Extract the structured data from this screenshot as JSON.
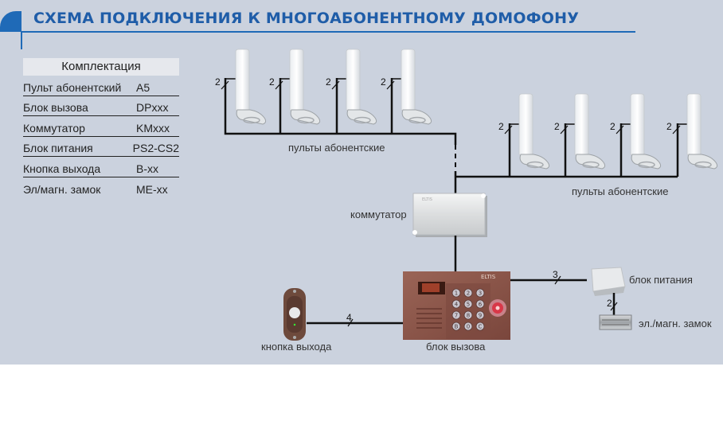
{
  "title": "СХЕМА ПОДКЛЮЧЕНИЯ К МНОГОАБОНЕНТНОМУ ДОМОФОНУ",
  "kit": {
    "header": "Комплектация",
    "items": [
      {
        "name": "Пульт абонентский",
        "code": "A5"
      },
      {
        "name": "Блок вызова",
        "code": "DPxxx"
      },
      {
        "name": "Коммутатор",
        "code": "KMxxx"
      },
      {
        "name": "Блок питания",
        "code": "PS2-CS2"
      },
      {
        "name": "Кнопка выхода",
        "code": "B-xx"
      },
      {
        "name": "Эл/магн. замок",
        "code": "ME-xx"
      }
    ]
  },
  "diagram": {
    "handset_group_left_label": "пульты абонентские",
    "handset_group_right_label": "пульты абонентские",
    "handset_wire_count": "2",
    "switch_label": "коммутатор",
    "switch_brand": "ELTIS",
    "call_unit_label": "блок вызова",
    "call_unit_brand": "ELTIS",
    "exit_button_label": "кнопка выхода",
    "exit_wire_count": "4",
    "power_label": "блок питания",
    "power_wire_count": "3",
    "lock_label": "эл./магн. замок",
    "lock_wire_count": "2",
    "keypad": [
      "1",
      "2",
      "3",
      "4",
      "5",
      "6",
      "7",
      "8",
      "9",
      "B",
      "0",
      "C"
    ]
  },
  "colors": {
    "accent": "#1f6ab7",
    "background": "#cbd2de",
    "wire": "#111111",
    "call_unit": "#8a5448"
  }
}
